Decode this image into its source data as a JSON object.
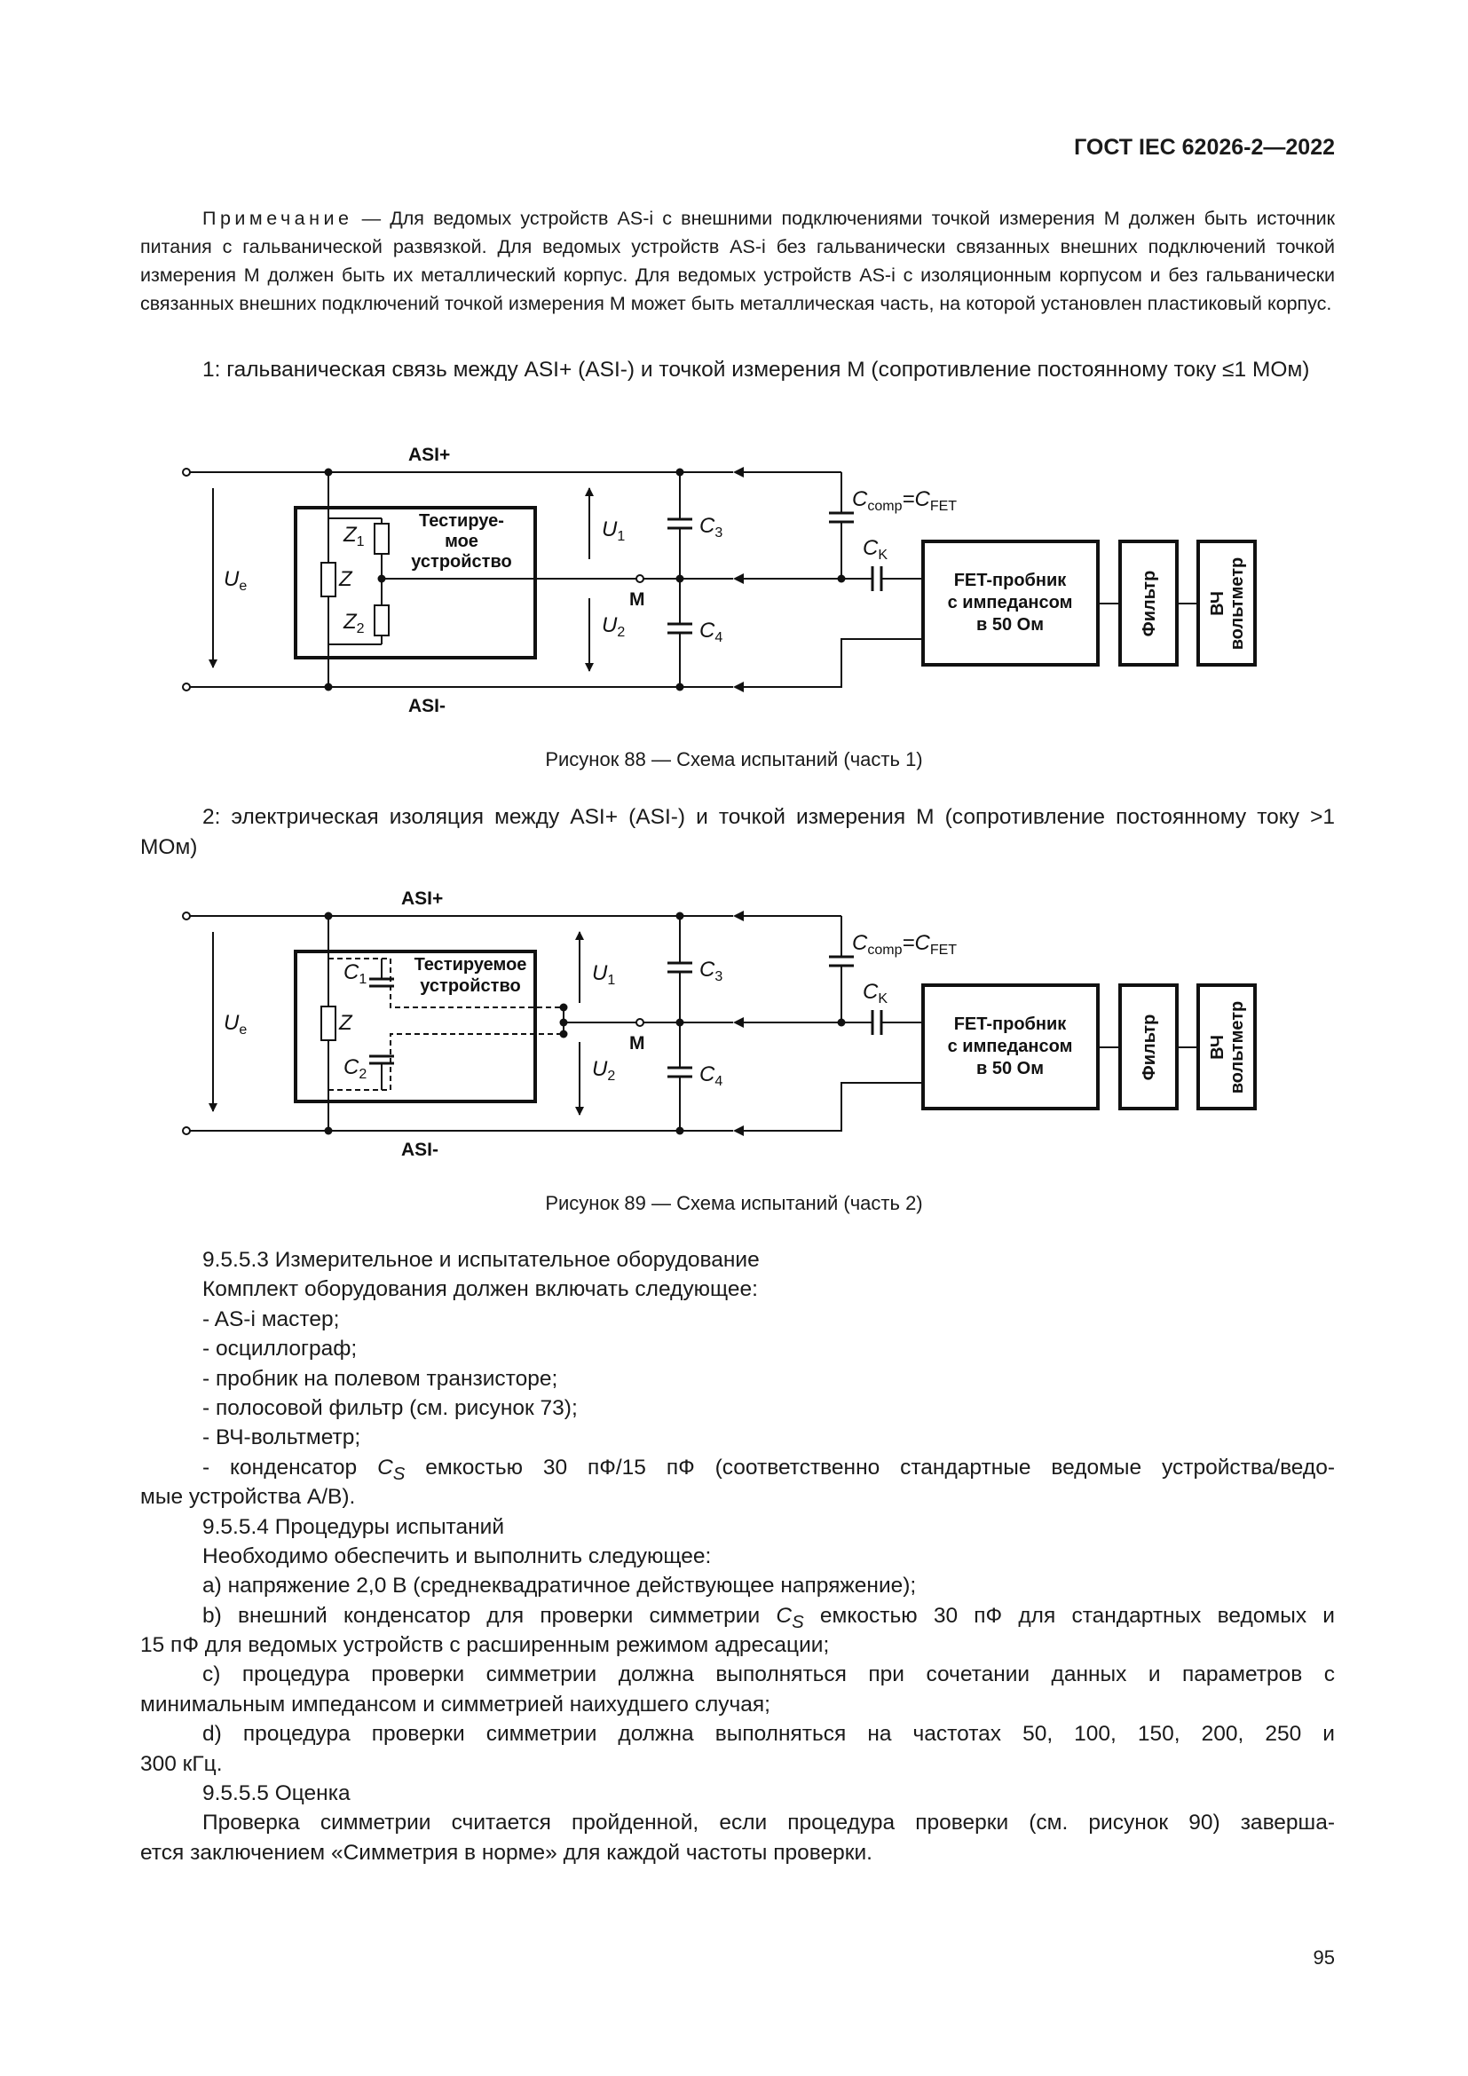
{
  "header": "ГОСТ IEC 62026-2—2022",
  "note": {
    "label": "Примечание",
    "text": " — Для ведомых устройств AS-i с внешними подключениями точкой измерения М должен быть источник питания с гальванической развязкой. Для ведомых устройств AS-i без гальванически связанных внешних подключений точкой измерения М должен быть их металлический корпус. Для ведомых устройств AS-i с изоляционным корпусом и без гальванически связанных внешних подключений точкой измерения М может быть металлическая часть, на которой установлен пластиковый корпус."
  },
  "para1": "1: гальваническая связь между ASI+ (ASI-) и точкой измерения М (сопротивление постоянному току ≤1 МОм)",
  "para2": "2: электрическая изоляция между ASI+ (ASI-) и точкой измерения М (сопротивление постоянному току >1 МОм)",
  "figure1": {
    "caption": "Рисунок 88 — Схема испытаний (часть 1)",
    "asi_plus": "ASI+",
    "asi_minus": "ASI-",
    "ue": "U",
    "ue_sub": "e",
    "dut_lines": [
      "Тестируе-",
      "мое",
      "устройство"
    ],
    "z": "Z",
    "z1": "Z",
    "z1_sub": "1",
    "z2": "Z",
    "z2_sub": "2",
    "u1": "U",
    "u1_sub": "1",
    "u2": "U",
    "u2_sub": "2",
    "m": "M",
    "c3": "C",
    "c3_sub": "3",
    "c4": "C",
    "c4_sub": "4",
    "ccomp": "C",
    "ccomp_sub": "comp",
    "eq": "=",
    "cfet": "C",
    "cfet_sub": "FET",
    "ck": "C",
    "ck_sub": "K",
    "probe_lines": [
      "FET-пробник",
      "с импедансом",
      "в 50 Ом"
    ],
    "filter": "Фильтр",
    "vm_lines": [
      "ВЧ",
      "вольтметр"
    ]
  },
  "figure2": {
    "caption": "Рисунок 89 — Схема испытаний (часть 2)",
    "asi_plus": "ASI+",
    "asi_minus": "ASI-",
    "ue": "U",
    "ue_sub": "e",
    "dut_lines": [
      "Тестируемое",
      "устройство"
    ],
    "z": "Z",
    "c1": "C",
    "c1_sub": "1",
    "c2": "C",
    "c2_sub": "2",
    "u1": "U",
    "u1_sub": "1",
    "u2": "U",
    "u2_sub": "2",
    "m": "M",
    "c3": "C",
    "c3_sub": "3",
    "c4": "C",
    "c4_sub": "4",
    "ccomp": "C",
    "ccomp_sub": "comp",
    "eq": "=",
    "cfet": "C",
    "cfet_sub": "FET",
    "ck": "C",
    "ck_sub": "K",
    "probe_lines": [
      "FET-пробник",
      "с импедансом",
      "в 50 Ом"
    ],
    "filter": "Фильтр",
    "vm_lines": [
      "ВЧ",
      "вольтметр"
    ]
  },
  "body": {
    "s3_title": "9.5.5.3 Измерительное и испытательное оборудование",
    "s3_intro": "Комплект оборудования должен включать следующее:",
    "s3_items": [
      "- AS-i мастер;",
      "- осциллограф;",
      "- пробник на полевом транзисторе;",
      "- полосовой фильтр (см. рисунок 73);",
      "- ВЧ-вольтметр;"
    ],
    "cs_pre": "- конденсатор ",
    "cs_sym": "C",
    "cs_sub": "S",
    "cs_post": " емкостью 30 пФ/15 пФ (соответственно стандартные ведомые устройства/ведо-",
    "cs_cont": "мые устройства А/В).",
    "s4_title": "9.5.5.4 Процедуры испытаний",
    "s4_intro": "Необходимо обеспечить и выполнить следующее:",
    "a": "а) напряжение 2,0 В (среднеквадратичное действующее напряжение);",
    "b_pre": "b) внешний конденсатор для проверки симметрии ",
    "b_sym": "C",
    "b_sub": "S",
    "b_post": " емкостью 30 пФ для стандартных ведомых и",
    "b_cont": "15 пФ для ведомых устройств с расширенным режимом адресации;",
    "c": "c) процедура проверки симметрии должна выполняться при сочетании данных и параметров с",
    "c_cont": "минимальным импедансом и симметрией наихудшего случая;",
    "d": "d) процедура проверки симметрии должна выполняться на частотах 50, 100, 150, 200, 250 и",
    "d_cont": "300 кГц.",
    "s5_title": "9.5.5.5 Оценка",
    "s5_text": "Проверка симметрии считается пройденной, если процедура проверки (см. рисунок 90) заверша-",
    "s5_cont": "ется заключением «Симметрия в норме» для каждой частоты проверки."
  },
  "page_number": "95"
}
